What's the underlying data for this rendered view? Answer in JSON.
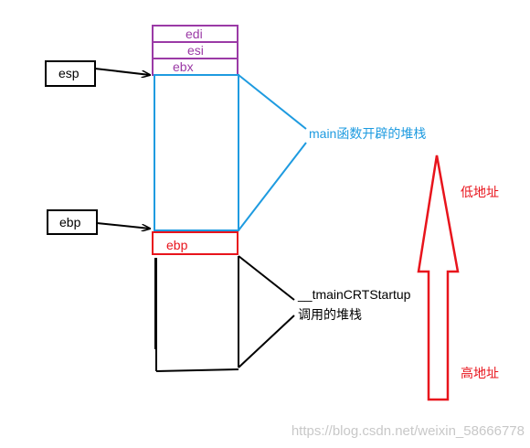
{
  "stack_regs": [
    {
      "label": "edi"
    },
    {
      "label": "esi"
    },
    {
      "label": "ebx"
    }
  ],
  "saved_ebp": {
    "label": "ebp"
  },
  "pointer_boxes": {
    "esp": "esp",
    "ebp": "ebp"
  },
  "annotations": {
    "main_frame": "main函数开辟的堆栈",
    "caller_frame_line1": "__tmainCRTStartup",
    "caller_frame_line2": "调用的堆栈",
    "low_addr": "低地址",
    "high_addr": "高地址"
  },
  "watermark": "https://blog.csdn.net/weixin_58666778",
  "colors": {
    "purple": "#9b3aa6",
    "blue": "#1e9be0",
    "red": "#e8141c",
    "black": "#000000",
    "watermark": "#c8c8c8"
  }
}
